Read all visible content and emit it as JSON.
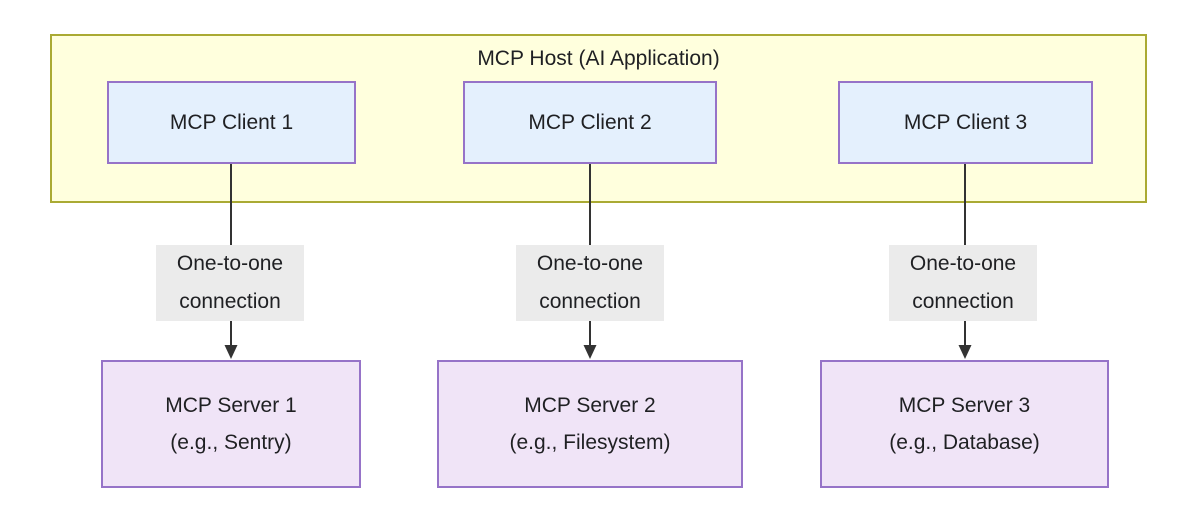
{
  "diagram": {
    "title": "MCP Host (AI Application)",
    "host": {
      "label": "MCP Host (AI Application)",
      "fill": "#ffffdd",
      "stroke": "#aaaa33"
    },
    "clients": [
      {
        "id": "mcp-client-1",
        "label": "MCP Client 1"
      },
      {
        "id": "mcp-client-2",
        "label": "MCP Client 2"
      },
      {
        "id": "mcp-client-3",
        "label": "MCP Client 3"
      }
    ],
    "client_style": {
      "fill": "#e4f0fd",
      "stroke": "#9673c8"
    },
    "servers": [
      {
        "id": "mcp-server-1",
        "line1": "MCP Server 1",
        "line2": "(e.g., Sentry)"
      },
      {
        "id": "mcp-server-2",
        "line1": "MCP Server 2",
        "line2": "(e.g., Filesystem)"
      },
      {
        "id": "mcp-server-3",
        "line1": "MCP Server 3",
        "line2": "(e.g., Database)"
      }
    ],
    "server_style": {
      "fill": "#f0e4f7",
      "stroke": "#9673c8"
    },
    "edges": [
      {
        "id": "edge-client1-server1",
        "line1": "One-to-one",
        "line2": "connection",
        "from": "mcp-client-1",
        "to": "mcp-server-1"
      },
      {
        "id": "edge-client2-server2",
        "line1": "One-to-one",
        "line2": "connection",
        "from": "mcp-client-2",
        "to": "mcp-server-2"
      },
      {
        "id": "edge-client3-server3",
        "line1": "One-to-one",
        "line2": "connection",
        "from": "mcp-client-3",
        "to": "mcp-server-3"
      }
    ],
    "edge_style": {
      "label_fill": "#ebebeb",
      "stroke": "#333333"
    }
  }
}
